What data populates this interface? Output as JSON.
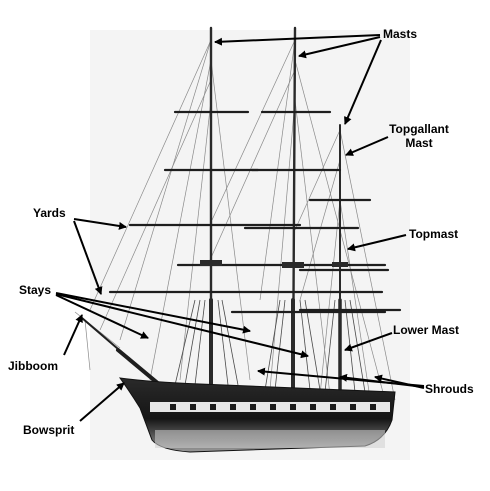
{
  "labels": {
    "masts": "Masts",
    "topgallant_line1": "Topgallant",
    "topgallant_line2": "Mast",
    "yards": "Yards",
    "topmast": "Topmast",
    "stays": "Stays",
    "lower_mast": "Lower Mast",
    "jibboom": "Jibboom",
    "shrouds": "Shrouds",
    "bowsprit": "Bowsprit"
  },
  "colors": {
    "arrow": "#000000",
    "hull": "#1e1e1e",
    "rigging": "#6a6a6a"
  }
}
